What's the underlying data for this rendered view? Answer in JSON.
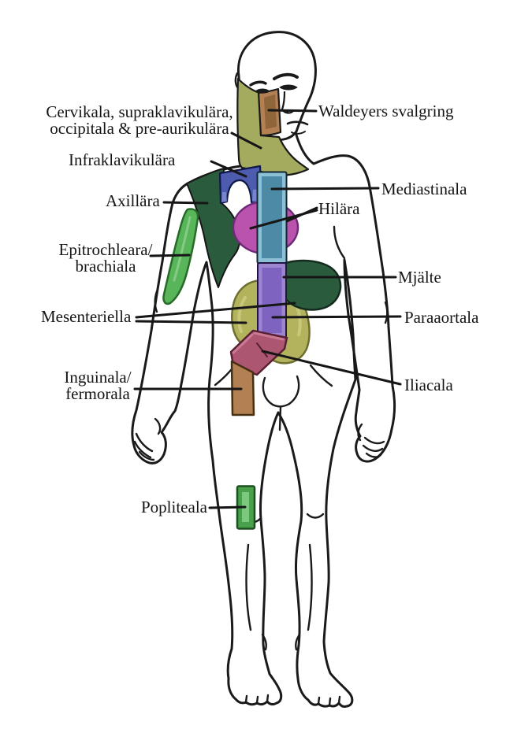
{
  "diagram": {
    "kind": "lymph-node-regions-body-map",
    "labels": {
      "cervikala_line1": "Cervikala, supraklavikulära,",
      "cervikala_line2": "occipitala & pre-aurikulära",
      "waldeyers": "Waldeyers svalgring",
      "infraklavikulara": "Infraklavikulära",
      "axillara": "Axillära",
      "mediastinala": "Mediastinala",
      "hilara": "Hilära",
      "epitrochleara_line1": "Epitrochleara/",
      "epitrochleara_line2": "brachiala",
      "mjalte": "Mjälte",
      "mesenteriella": "Mesenteriella",
      "paraaortala": "Paraaortala",
      "iliacala": "Iliacala",
      "inguinala_line1": "Inguinala/",
      "inguinala_line2": "fermorala",
      "popliteala": "Popliteala"
    },
    "colors": {
      "outline": "#1a1a1a",
      "skin": "#ffffff",
      "cervikala": {
        "fill": "#a4aa5e"
      },
      "waldeyers": {
        "fill": "#b28052",
        "inner": "#8f653a"
      },
      "infraklavikulara": {
        "fill": "#4d5cae",
        "light": "#7d8bd2"
      },
      "axillara": {
        "fill": "#2b5b3d"
      },
      "epitrochleara": {
        "fill": "#58b55a",
        "stroke": "#266b28",
        "light": "#90d190"
      },
      "mediastinala": {
        "frame": "#8cc0d6",
        "fill": "#4c8aa6"
      },
      "hilara": {
        "fill": "#b953ae",
        "stroke": "#6e2a78"
      },
      "mjalte": {
        "fill": "#2b5b3d"
      },
      "mesenteriella": {
        "fill": "#b3b35e",
        "stroke": "#6e6e30",
        "light": "#cdcd82"
      },
      "paraaortala": {
        "frame": "#9e85d0",
        "fill": "#7f63c0"
      },
      "iliacala": {
        "fill": "#ad5672",
        "stroke": "#581f33",
        "light": "#cc8099"
      },
      "inguinala": {
        "fill": "#b28052",
        "stroke": "#463012"
      },
      "popliteala": {
        "fill": "#49a04b",
        "stroke": "#1d4f20",
        "light": "#7cc87e"
      }
    }
  }
}
